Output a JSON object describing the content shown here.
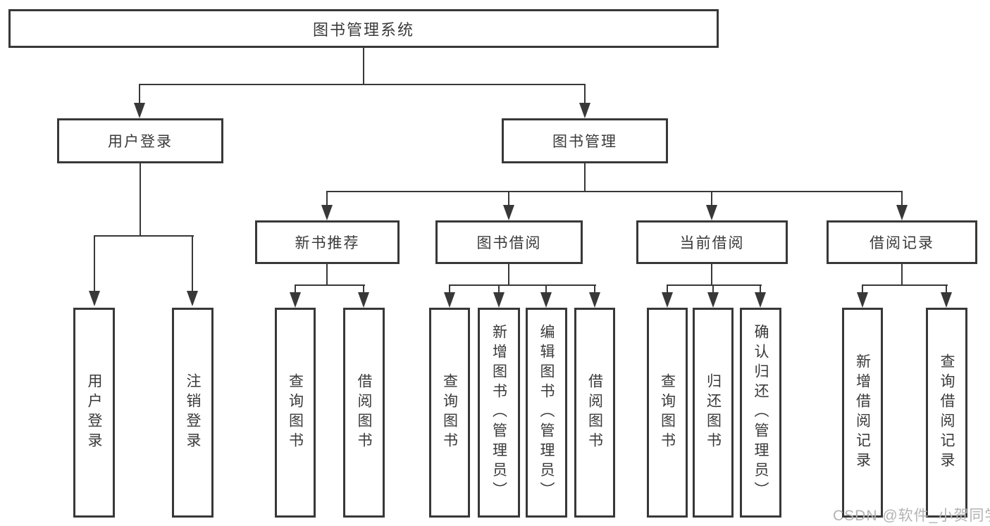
{
  "diagram": {
    "title": "图书管理系统",
    "branches": [
      {
        "label": "用户登录",
        "leaves": [
          "用户登录",
          "注销登录"
        ]
      },
      {
        "label": "图书管理",
        "groups": [
          {
            "label": "新书推荐",
            "leaves": [
              "查询图书",
              "借阅图书"
            ]
          },
          {
            "label": "图书借阅",
            "leaves": [
              "查询图书",
              "新增图书（管理员）",
              "编辑图书（管理员）",
              "借阅图书"
            ]
          },
          {
            "label": "当前借阅",
            "leaves": [
              "查询图书",
              "归还图书",
              "确认归还（管理员）"
            ]
          },
          {
            "label": "借阅记录",
            "leaves": [
              "新增借阅记录",
              "查询借阅记录"
            ]
          }
        ]
      }
    ]
  },
  "watermark": {
    "text": "CSDN @软件_小贺同学"
  },
  "colors": {
    "line": "#383838",
    "text": "#3a3a3a",
    "background": "#ffffff",
    "watermark": "#b3b3b3"
  }
}
